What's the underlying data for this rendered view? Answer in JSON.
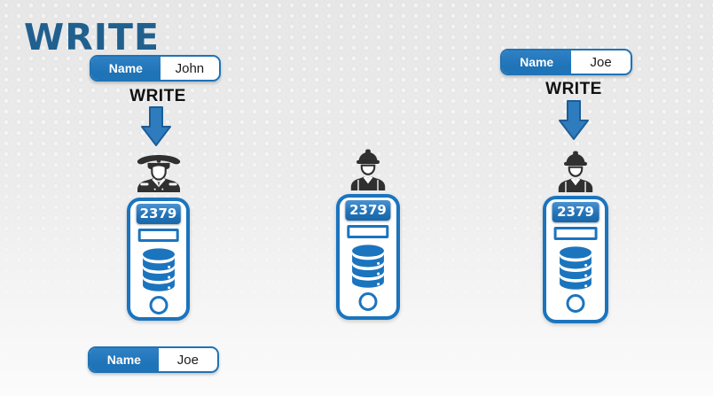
{
  "page": {
    "title": "WRITE"
  },
  "colors": {
    "title": "#20608F",
    "accent": "#1F73B7",
    "tower_border": "#1B74BE",
    "badge_top": "#4A92D2",
    "badge_bottom": "#1767A9",
    "arrow_fill": "#2E7CBD",
    "arrow_stroke": "#1D5C97",
    "icon_dark": "#303030",
    "label_text": "#111111"
  },
  "kv_boxes": {
    "top_left": {
      "key": "Name",
      "value": "John"
    },
    "top_right": {
      "key": "Name",
      "value": "Joe"
    },
    "bottom_left": {
      "key": "Name",
      "value": "Joe"
    }
  },
  "write_labels": {
    "left": "WRITE",
    "right": "WRITE"
  },
  "servers": [
    {
      "port": "2379",
      "person": "police-officer"
    },
    {
      "port": "2379",
      "person": "construction-worker"
    },
    {
      "port": "2379",
      "person": "construction-worker"
    }
  ]
}
